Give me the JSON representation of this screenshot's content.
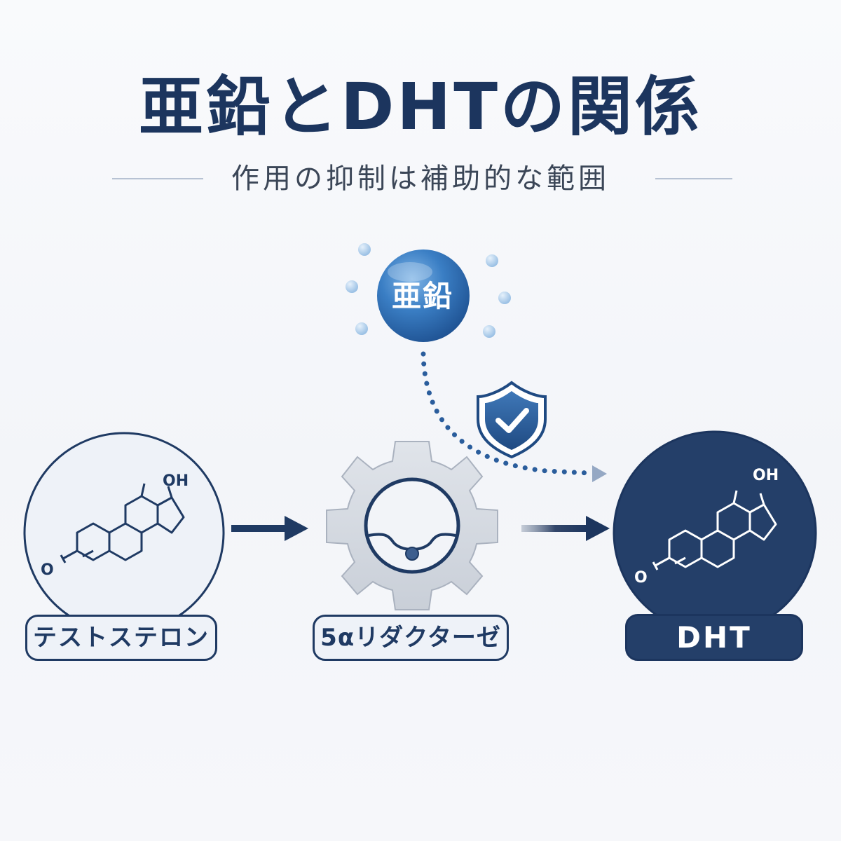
{
  "header": {
    "title": "亜鉛とDHTの関係",
    "subtitle": "作用の抑制は補助的な範囲"
  },
  "nodes": {
    "testosterone": {
      "label": "テストステロン",
      "oh": "OH",
      "o": "O"
    },
    "enzyme": {
      "label": "5αリダクターゼ"
    },
    "dht": {
      "label": "DHT",
      "oh": "OH",
      "o": "O"
    },
    "zinc": {
      "label": "亜鉛"
    }
  },
  "icons": {
    "shield": "shield-check-icon",
    "gear": "gear-icon",
    "arrow": "arrow-right-icon"
  },
  "colors": {
    "navy": "#1c355e",
    "zinc_blue": "#2d6fb5",
    "light_panel": "#eef2f8",
    "gear_gray": "#d3d8e0"
  }
}
